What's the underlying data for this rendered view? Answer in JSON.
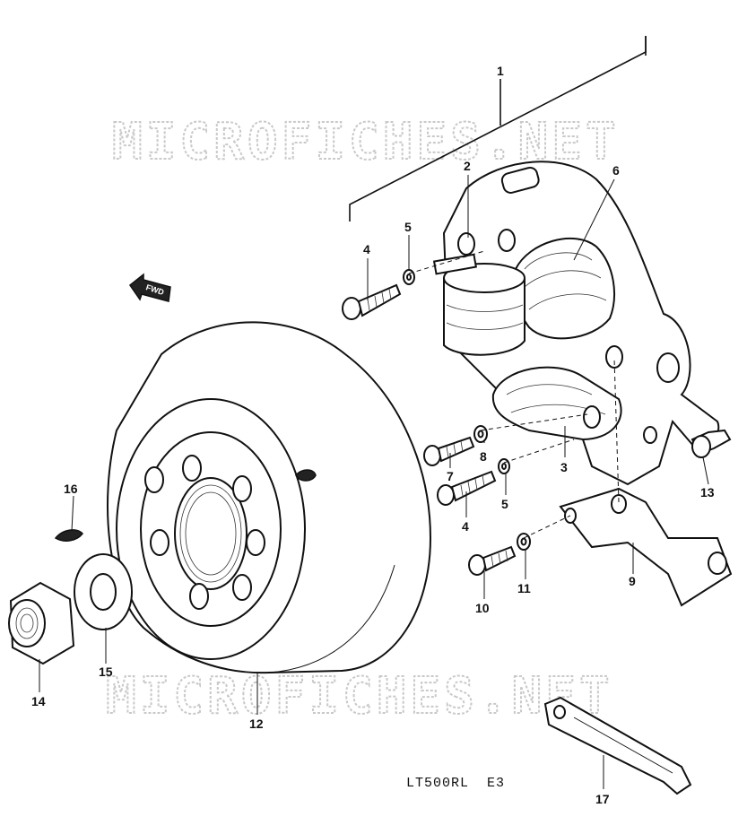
{
  "watermarks": [
    "MICROFICHES.NET",
    "MICROFICHES.NET"
  ],
  "model_code": "LT500RL  E3",
  "fwd_arrow": {
    "text": "FWD",
    "icon": "fwd-arrow-icon"
  },
  "callouts": [
    "1",
    "2",
    "3",
    "4",
    "4",
    "5",
    "5",
    "6",
    "7",
    "8",
    "9",
    "10",
    "11",
    "12",
    "13",
    "14",
    "15",
    "16",
    "17"
  ]
}
